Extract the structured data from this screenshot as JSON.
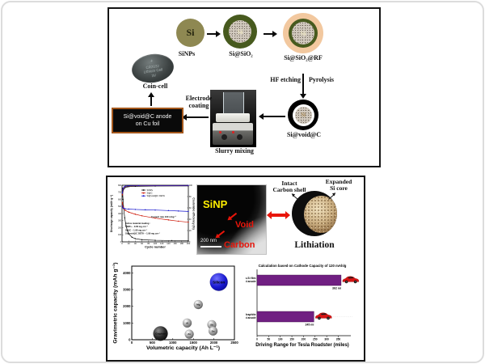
{
  "colors": {
    "panel_border": "#141414",
    "anode_box_border": "#a4571b",
    "bar_purple": "#701f82",
    "red_accent": "#e8150a",
    "silicon_blue": "#1414cc",
    "olive_particle": "#8e8852",
    "green_shell": "#475a1e",
    "peach_shell": "#f2c89f"
  },
  "top_panel": {
    "particles": [
      {
        "symbol": "Si",
        "caption": "SiNPs"
      },
      {
        "symbol": "Si",
        "caption": "Si@SiO₂"
      },
      {
        "symbol": "Si",
        "caption": "Si@SiO₂@RF"
      }
    ],
    "hf_etching": "HF etching",
    "pyrolysis": "Pyrolysis",
    "product": {
      "symbol": "Si",
      "caption": "Si@void@C"
    },
    "slurry_caption": "Slurry mixing",
    "electrode_coating": [
      "Electrode",
      "coating"
    ],
    "anode_box": [
      "Si@void@C anode",
      "on Cu foil"
    ],
    "coin_cell": {
      "plus": "+",
      "model": "CR2032",
      "name": "Lithium Cell",
      "voltage": "3V",
      "caption": "Coin-cell"
    }
  },
  "bottom_panel": {
    "tem": {
      "core_label": "SiNP",
      "void_label": "Void",
      "shell_label": "Carbon",
      "scale_bar": "200 nm"
    },
    "lithiation": {
      "intact_line1": "Intact",
      "intact_line2": "Carbon shell",
      "expanded_line1": "Expanded",
      "expanded_line2": "Si core",
      "caption": "Lithiation"
    }
  },
  "chart_data": [
    {
      "id": "cycling-performance",
      "type": "line",
      "xlabel": "Cycle number",
      "ylabel_left": "Discharge capacity (mAh g⁻¹)",
      "ylabel_right": "Coulombic efficiency (%)",
      "xlim": [
        0,
        200
      ],
      "ylim_left": [
        0,
        800
      ],
      "ylim_right": [
        0,
        100
      ],
      "xticks": [
        0,
        20,
        40,
        60,
        80,
        100,
        120,
        140,
        160,
        180,
        200
      ],
      "yticks_left": [
        0,
        100,
        200,
        300,
        400,
        500,
        600,
        700,
        800
      ],
      "yticks_right": [
        0,
        20,
        40,
        60,
        80,
        100
      ],
      "legend": [
        "SiNPs",
        "Si@C",
        "Si@void@C DETA"
      ],
      "series_colors": [
        "#111111",
        "#cc1100",
        "#1111cc"
      ],
      "capacity_series": [
        {
          "name": "SiNPs",
          "color": "#111111",
          "points": [
            [
              1,
              760
            ],
            [
              3,
              600
            ],
            [
              5,
              470
            ],
            [
              8,
              340
            ],
            [
              12,
              230
            ],
            [
              16,
              160
            ],
            [
              20,
              115
            ],
            [
              30,
              65
            ],
            [
              40,
              45
            ],
            [
              60,
              30
            ],
            [
              100,
              22
            ],
            [
              150,
              18
            ],
            [
              200,
              15
            ]
          ]
        },
        {
          "name": "Si@C",
          "color": "#cc1100",
          "points": [
            [
              1,
              555
            ],
            [
              3,
              500
            ],
            [
              6,
              465
            ],
            [
              10,
              445
            ],
            [
              20,
              420
            ],
            [
              40,
              390
            ],
            [
              60,
              368
            ],
            [
              100,
              335
            ],
            [
              140,
              310
            ],
            [
              170,
              292
            ],
            [
              200,
              278
            ]
          ]
        },
        {
          "name": "Si@void@C DETA",
          "color": "#1111cc",
          "points": [
            [
              1,
              505
            ],
            [
              3,
              480
            ],
            [
              6,
              472
            ],
            [
              10,
              468
            ],
            [
              20,
              463
            ],
            [
              40,
              458
            ],
            [
              70,
              453
            ],
            [
              100,
              449
            ],
            [
              140,
              442
            ],
            [
              170,
              436
            ],
            [
              200,
              430
            ]
          ]
        }
      ],
      "efficiency_series": [
        {
          "name": "SiNPs",
          "color": "#111111",
          "points": [
            [
              1,
              80
            ],
            [
              3,
              90
            ],
            [
              6,
              94
            ],
            [
              10,
              96
            ],
            [
              15,
              97
            ],
            [
              20,
              97.5
            ],
            [
              40,
              98
            ],
            [
              100,
              98.5
            ],
            [
              200,
              98.7
            ]
          ]
        },
        {
          "name": "Si@C",
          "color": "#cc1100",
          "points": [
            [
              1,
              83
            ],
            [
              3,
              93
            ],
            [
              6,
              96.5
            ],
            [
              10,
              98
            ],
            [
              20,
              98.8
            ],
            [
              50,
              99.2
            ],
            [
              200,
              99.4
            ]
          ]
        },
        {
          "name": "Si@void@C DETA",
          "color": "#1111cc",
          "points": [
            [
              1,
              86
            ],
            [
              3,
              94
            ],
            [
              6,
              97
            ],
            [
              10,
              98.4
            ],
            [
              20,
              99
            ],
            [
              50,
              99.4
            ],
            [
              200,
              99.6
            ]
          ]
        }
      ],
      "annotations": [
        "Current rate 100 mAg⁻¹",
        "Active material loading :",
        "SiNPs ~ 0.65 mg cm⁻²",
        "Si@C ~ 1.06 mg cm⁻²",
        "Si@void@C DETA ~ 1.09 mg cm⁻²"
      ]
    },
    {
      "id": "capacity-comparison",
      "type": "scatter",
      "xlabel": "Volumetric capacity (Ah L⁻¹)",
      "ylabel": "Gravimetric capacity (mAh g⁻¹)",
      "xlim": [
        0,
        2500
      ],
      "ylim": [
        0,
        4400
      ],
      "xticks": [
        0,
        500,
        1000,
        1500,
        2000,
        2500
      ],
      "yticks": [
        0,
        1000,
        2000,
        3000,
        4000
      ],
      "points": [
        {
          "label": "Graphite",
          "x": 700,
          "y": 370,
          "r": 9,
          "tone": "black",
          "text_color": "#ffffff",
          "label_size": 3.1
        },
        {
          "label": "Zn",
          "x": 1400,
          "y": 330,
          "r": 5.5,
          "tone": "gray",
          "text_color": "#ffffff",
          "label_size": 3.0
        },
        {
          "label": "Al",
          "x": 1350,
          "y": 1000,
          "r": 5.5,
          "tone": "gray",
          "text_color": "#ffffff",
          "label_size": 3.0
        },
        {
          "label": "Mg",
          "x": 1620,
          "y": 2100,
          "r": 5.5,
          "tone": "gray",
          "text_color": "#ffffff",
          "label_size": 3.0
        },
        {
          "label": "Sb",
          "x": 1950,
          "y": 900,
          "r": 5.5,
          "tone": "gray",
          "text_color": "#ffffff",
          "label_size": 3.0
        },
        {
          "label": "Sn",
          "x": 1980,
          "y": 520,
          "r": 5.5,
          "tone": "gray",
          "text_color": "#ffffff",
          "label_size": 3.0
        },
        {
          "label": "Silicon",
          "x": 2120,
          "y": 3450,
          "r": 11,
          "tone": "blue",
          "text_color": "#ffffff",
          "label_size": 4.6
        }
      ]
    },
    {
      "id": "driving-range",
      "type": "bar",
      "orientation": "horizontal",
      "title": "Calculation based on Cathode Capacity of 120 mAh/g",
      "categories": [
        [
          "a-Si film",
          "based anode"
        ],
        [
          "Graphite",
          "based anode"
        ]
      ],
      "values": [
        362,
        245
      ],
      "value_labels": [
        "362 mi",
        "245 mi"
      ],
      "bar_color": "#701f82",
      "xlabel": "Driving Range for Tesla Roadster  (miles)",
      "xlim": [
        0,
        390
      ],
      "xticks": [
        0,
        50,
        100,
        150,
        200,
        250,
        300,
        350
      ]
    }
  ]
}
